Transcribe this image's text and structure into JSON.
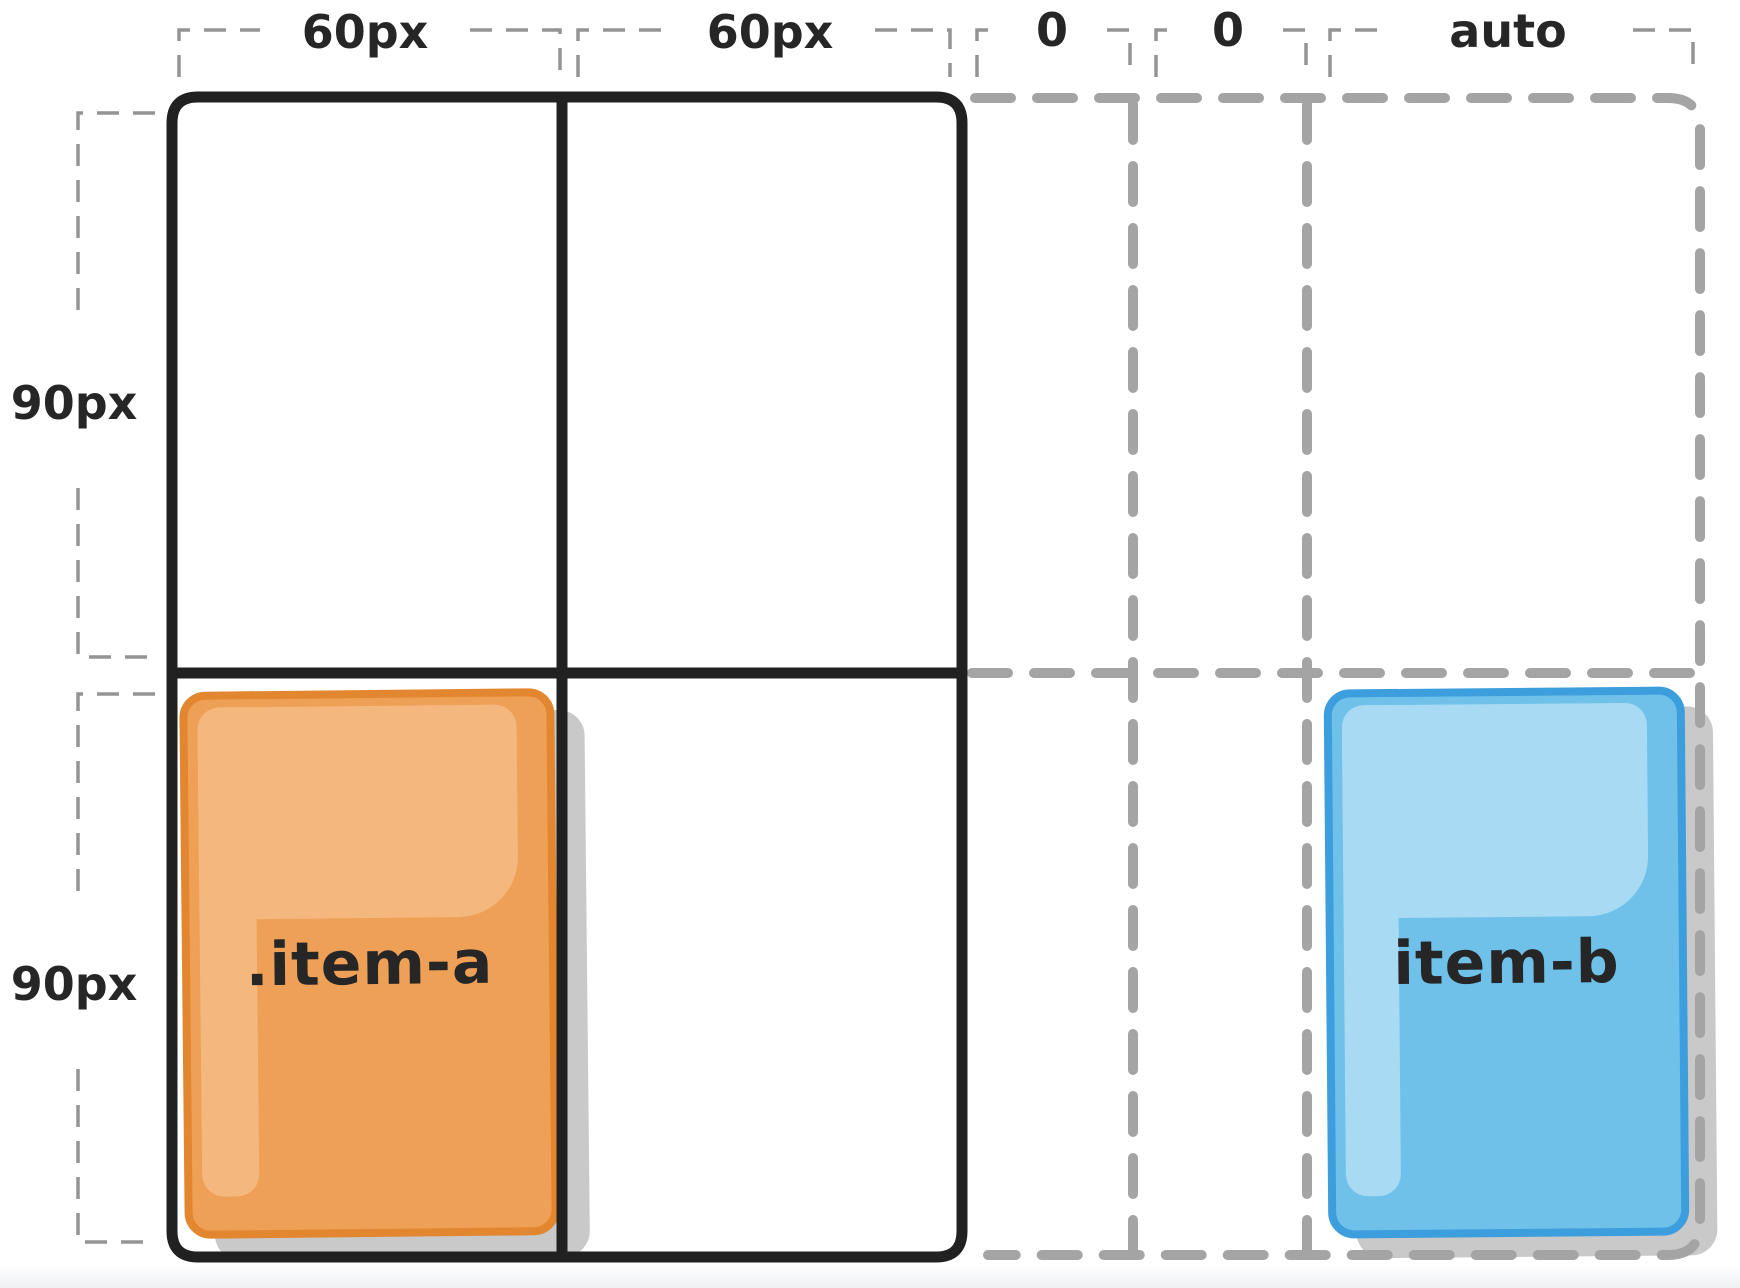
{
  "diagram": {
    "measurements": {
      "columns": [
        {
          "label": "60px"
        },
        {
          "label": "60px"
        },
        {
          "label": "0"
        },
        {
          "label": "0"
        },
        {
          "label": "auto"
        }
      ],
      "rows": [
        {
          "label": "90px"
        },
        {
          "label": "90px"
        }
      ]
    },
    "items": {
      "a": {
        "label": ".item-a"
      },
      "b": {
        "label": "item-b"
      }
    }
  },
  "colors": {
    "solid-line": "#212121",
    "dash-thick": "#a4a4a4",
    "dash-thin": "#949494",
    "text": "#262626",
    "orange-border": "#e2862f",
    "orange-fill": "#efa057",
    "orange-highlight": "#f4b87f",
    "blue-border": "#3d9edd",
    "blue-fill": "#6fc1e9",
    "blue-highlight": "#a8daf3",
    "shadow": "#c9c9c9",
    "page-strip": "#eef0f2"
  }
}
